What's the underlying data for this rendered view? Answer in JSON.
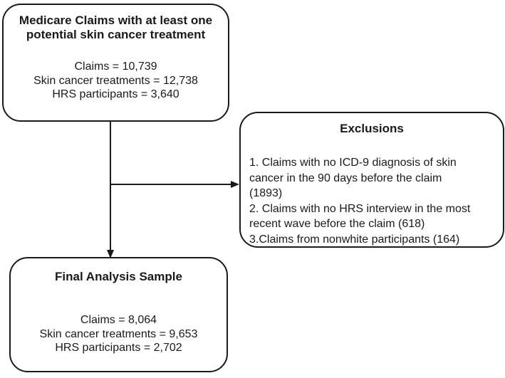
{
  "diagram": {
    "type": "flowchart",
    "colors": {
      "line": "#1a1a1a",
      "background": "#ffffff",
      "text": "#1a1a1a"
    },
    "source_box": {
      "title": "Medicare Claims with at least one\npotential skin cancer treatment",
      "stats": [
        "Claims = 10,739",
        "Skin cancer treatments = 12,738",
        "HRS participants = 3,640"
      ]
    },
    "exclusions_box": {
      "title": "Exclusions",
      "items": [
        "1. Claims with no ICD-9 diagnosis of skin\ncancer in the 90 days before the claim\n(1893)",
        "2. Claims with no HRS interview in the most\nrecent wave before the claim (618)",
        "3.Claims from nonwhite participants (164)"
      ]
    },
    "final_box": {
      "title": "Final Analysis Sample",
      "stats": [
        "Claims = 8,064",
        "Skin cancer treatments = 9,653",
        "HRS participants = 2,702"
      ]
    }
  }
}
